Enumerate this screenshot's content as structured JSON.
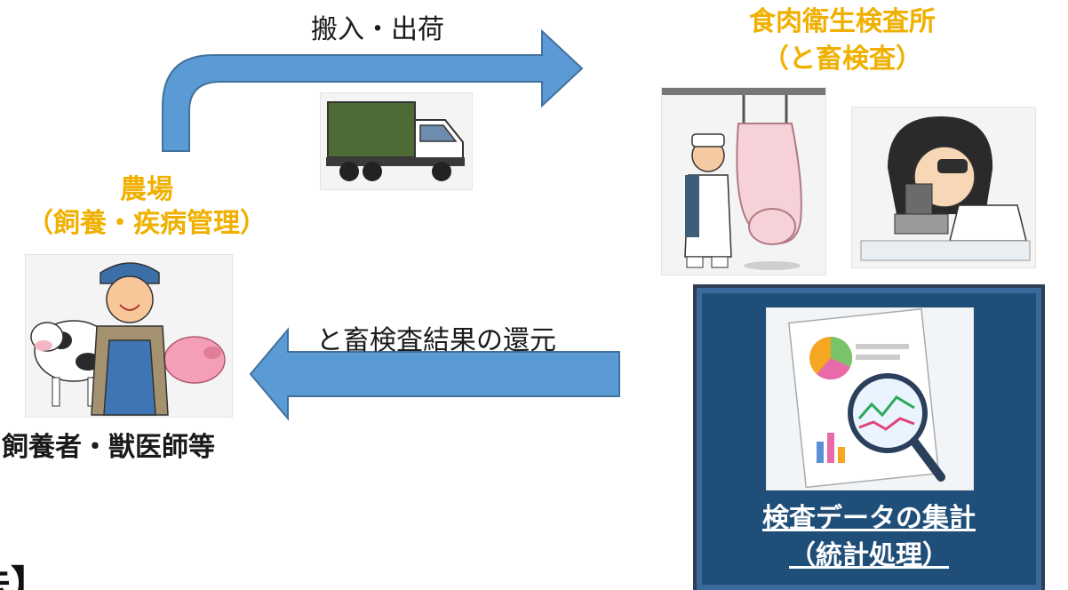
{
  "flow": {
    "top_arrow_label": "搬入・出荷",
    "bottom_arrow_label": "と畜検査結果の還元"
  },
  "farm": {
    "title": "農場",
    "subtitle": "（飼養・疾病管理）",
    "caption": "飼養者・獣医師等"
  },
  "inspection": {
    "title": "食肉衛生検査所",
    "subtitle": "（と畜検査）"
  },
  "data_panel": {
    "line1": "検査データの集計",
    "line2": "（統計処理）"
  },
  "footer": {
    "partial_heading": "法】"
  },
  "colors": {
    "arrow": "#5b9bd5",
    "arrow_border": "#41719c",
    "highlight_orange": "#f0b000",
    "panel_blue": "#1f4e79"
  },
  "icons": [
    "truck-icon",
    "farmer-with-animals-icon",
    "carcass-inspector-icon",
    "microscope-researcher-icon",
    "data-report-magnifier-icon"
  ]
}
